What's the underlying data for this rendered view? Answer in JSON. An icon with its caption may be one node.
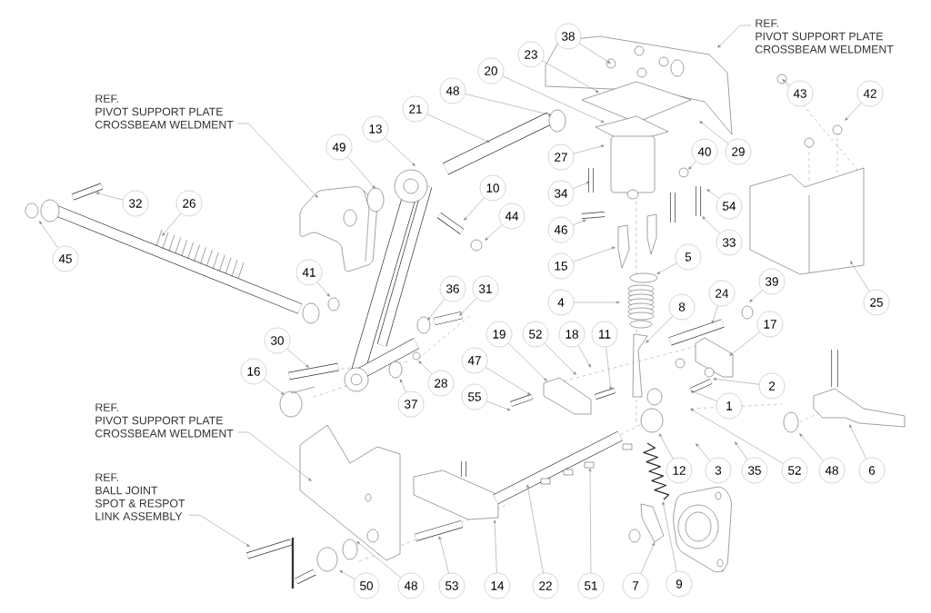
{
  "diagram": {
    "nodes": [
      {
        "text": [
          "REF.",
          "PIVOT SUPPORT PLATE",
          "CROSSBEAM WELDMENT"
        ]
      },
      {
        "text": [
          "38"
        ]
      },
      {
        "text": [
          "23"
        ]
      },
      {
        "text": [
          "20"
        ]
      },
      {
        "text": [
          "48"
        ]
      },
      {
        "text": [
          "43"
        ]
      },
      {
        "text": [
          "42"
        ]
      },
      {
        "text": [
          "REF.",
          "PIVOT SUPPORT PLATE",
          "CROSSBEAM WELDMENT"
        ]
      },
      {
        "text": [
          "21"
        ]
      },
      {
        "text": [
          "13"
        ]
      },
      {
        "text": [
          "49"
        ]
      },
      {
        "text": [
          "29"
        ]
      },
      {
        "text": [
          "27"
        ]
      },
      {
        "text": [
          "40"
        ]
      },
      {
        "text": [
          "10"
        ]
      },
      {
        "text": [
          "34"
        ]
      },
      {
        "text": [
          "32"
        ]
      },
      {
        "text": [
          "26"
        ]
      },
      {
        "text": [
          "54"
        ]
      },
      {
        "text": [
          "44"
        ]
      },
      {
        "text": [
          "46"
        ]
      },
      {
        "text": [
          "33"
        ]
      },
      {
        "text": [
          "45"
        ]
      },
      {
        "text": [
          "5"
        ]
      },
      {
        "text": [
          "15"
        ]
      },
      {
        "text": [
          "41"
        ]
      },
      {
        "text": [
          "36"
        ]
      },
      {
        "text": [
          "31"
        ]
      },
      {
        "text": [
          "24"
        ]
      },
      {
        "text": [
          "39"
        ]
      },
      {
        "text": [
          "4"
        ]
      },
      {
        "text": [
          "25"
        ]
      },
      {
        "text": [
          "8"
        ]
      },
      {
        "text": [
          "17"
        ]
      },
      {
        "text": [
          "19"
        ]
      },
      {
        "text": [
          "52"
        ]
      },
      {
        "text": [
          "18"
        ]
      },
      {
        "text": [
          "11"
        ]
      },
      {
        "text": [
          "30"
        ]
      },
      {
        "text": [
          "47"
        ]
      },
      {
        "text": [
          "16"
        ]
      },
      {
        "text": [
          "28"
        ]
      },
      {
        "text": [
          "2"
        ]
      },
      {
        "text": [
          "55"
        ]
      },
      {
        "text": [
          "1"
        ]
      },
      {
        "text": [
          "37"
        ]
      },
      {
        "text": [
          "REF.",
          "PIVOT SUPPORT PLATE",
          "CROSSBEAM WELDMENT"
        ]
      },
      {
        "text": [
          "12"
        ]
      },
      {
        "text": [
          "3"
        ]
      },
      {
        "text": [
          "35"
        ]
      },
      {
        "text": [
          "52"
        ]
      },
      {
        "text": [
          "48"
        ]
      },
      {
        "text": [
          "6"
        ]
      },
      {
        "text": [
          "REF.",
          "BALL JOINT",
          "SPOT & RESPOT",
          "LINK ASSEMBLY"
        ]
      },
      {
        "text": [
          "50"
        ]
      },
      {
        "text": [
          "48"
        ]
      },
      {
        "text": [
          "53"
        ]
      },
      {
        "text": [
          "14"
        ]
      },
      {
        "text": [
          "22"
        ]
      },
      {
        "text": [
          "51"
        ]
      },
      {
        "text": [
          "7"
        ]
      },
      {
        "text": [
          "9"
        ]
      }
    ],
    "edges": [
      {
        "from": 0,
        "to": null,
        "arrow": "to"
      },
      {
        "from": 1,
        "to": null,
        "arrow": "to"
      },
      {
        "from": 2,
        "to": null,
        "arrow": "to"
      },
      {
        "from": 3,
        "to": null,
        "arrow": "to"
      },
      {
        "from": 4,
        "to": null,
        "arrow": "to"
      },
      {
        "from": 5,
        "to": null,
        "arrow": "to"
      },
      {
        "from": 6,
        "to": null,
        "arrow": "to"
      },
      {
        "from": 7,
        "to": null,
        "arrow": "to"
      },
      {
        "from": 8,
        "to": null,
        "arrow": "to"
      },
      {
        "from": 9,
        "to": null,
        "arrow": "to"
      },
      {
        "from": 10,
        "to": null,
        "arrow": "to"
      },
      {
        "from": 11,
        "to": null,
        "arrow": "to"
      },
      {
        "from": 12,
        "to": null,
        "arrow": "to"
      },
      {
        "from": 13,
        "to": null,
        "arrow": "to"
      },
      {
        "from": 14,
        "to": null,
        "arrow": "to"
      },
      {
        "from": 15,
        "to": null,
        "arrow": "to"
      },
      {
        "from": 16,
        "to": null,
        "arrow": "to"
      },
      {
        "from": 17,
        "to": null,
        "arrow": "to"
      },
      {
        "from": 18,
        "to": null,
        "arrow": "to"
      },
      {
        "from": 19,
        "to": null,
        "arrow": "to"
      },
      {
        "from": 20,
        "to": null,
        "arrow": "to"
      },
      {
        "from": 21,
        "to": null,
        "arrow": "to"
      },
      {
        "from": 22,
        "to": null,
        "arrow": "to"
      },
      {
        "from": 23,
        "to": null,
        "arrow": "to"
      },
      {
        "from": 24,
        "to": null,
        "arrow": "to"
      },
      {
        "from": 25,
        "to": null,
        "arrow": "to"
      },
      {
        "from": 26,
        "to": null,
        "arrow": "to"
      },
      {
        "from": 27,
        "to": null,
        "arrow": "to"
      },
      {
        "from": 28,
        "to": null,
        "arrow": "to"
      },
      {
        "from": 29,
        "to": null,
        "arrow": "to"
      },
      {
        "from": 30,
        "to": null,
        "arrow": "to"
      },
      {
        "from": 31,
        "to": null,
        "arrow": "to"
      },
      {
        "from": 32,
        "to": null,
        "arrow": "to"
      },
      {
        "from": 33,
        "to": null,
        "arrow": "to"
      },
      {
        "from": 34,
        "to": null,
        "arrow": "to"
      },
      {
        "from": 35,
        "to": null,
        "arrow": "to"
      },
      {
        "from": 36,
        "to": null,
        "arrow": "to"
      },
      {
        "from": 37,
        "to": null,
        "arrow": "to"
      },
      {
        "from": 38,
        "to": null,
        "arrow": "to"
      },
      {
        "from": 39,
        "to": null,
        "arrow": "to"
      },
      {
        "from": 40,
        "to": null,
        "arrow": "to"
      },
      {
        "from": 41,
        "to": null,
        "arrow": "to"
      },
      {
        "from": 42,
        "to": null,
        "arrow": "to"
      },
      {
        "from": 43,
        "to": null,
        "arrow": "to"
      },
      {
        "from": 44,
        "to": null,
        "arrow": "to"
      },
      {
        "from": 45,
        "to": null,
        "arrow": "to"
      },
      {
        "from": 46,
        "to": null,
        "arrow": "to"
      },
      {
        "from": 47,
        "to": null,
        "arrow": "to"
      },
      {
        "from": 48,
        "to": null,
        "arrow": "to"
      },
      {
        "from": 49,
        "to": null,
        "arrow": "to"
      },
      {
        "from": 50,
        "to": null,
        "arrow": "to"
      },
      {
        "from": 51,
        "to": null,
        "arrow": "to"
      },
      {
        "from": 52,
        "to": null,
        "arrow": "to"
      },
      {
        "from": 53,
        "to": null,
        "arrow": "to"
      },
      {
        "from": 54,
        "to": null,
        "arrow": "to"
      },
      {
        "from": 55,
        "to": null,
        "arrow": "to"
      },
      {
        "from": 56,
        "to": null,
        "arrow": "to"
      },
      {
        "from": 57,
        "to": null,
        "arrow": "to"
      },
      {
        "from": 58,
        "to": null,
        "arrow": "to"
      },
      {
        "from": 59,
        "to": null,
        "arrow": "to"
      },
      {
        "from": 60,
        "to": null,
        "arrow": "to"
      },
      {
        "from": 61,
        "to": null,
        "arrow": "to"
      }
    ]
  }
}
